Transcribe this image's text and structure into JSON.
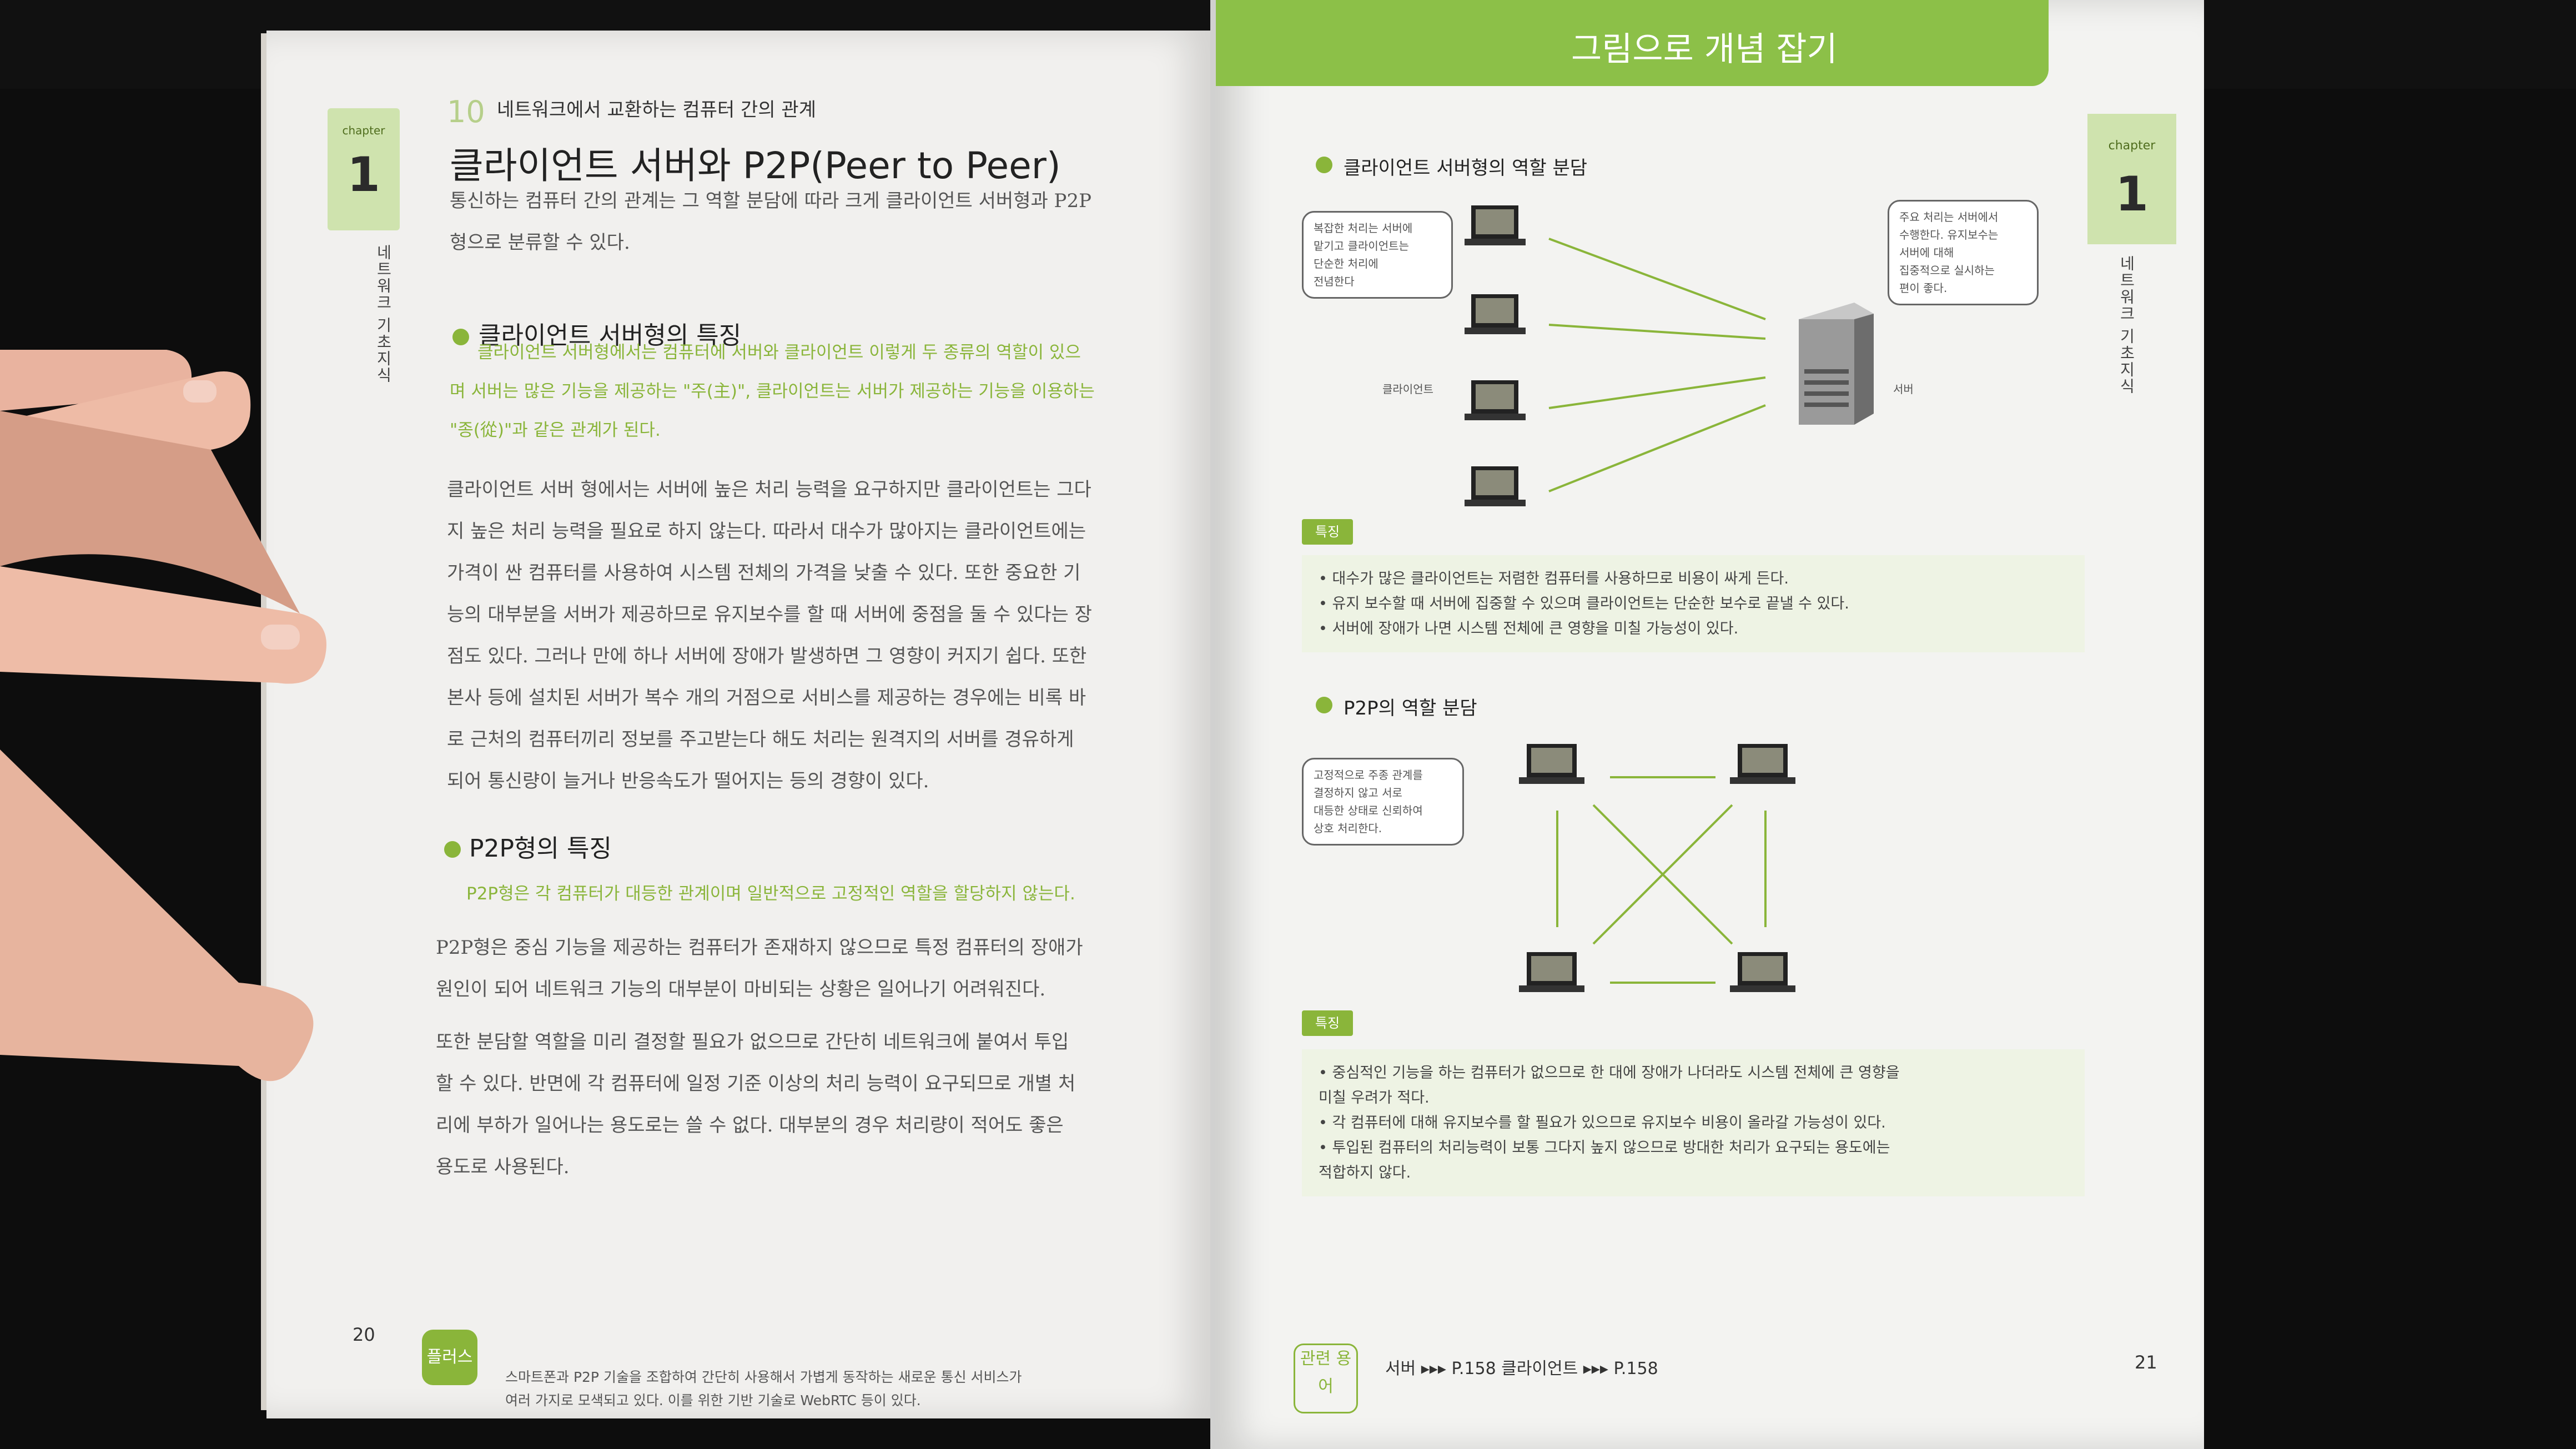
{
  "left_page": {
    "chapter_label": "chapter",
    "chapter_number": "1",
    "side_title": "네트워크 기초지식",
    "section_number": "10",
    "section_title": "네트워크에서 교환하는 컴퓨터 간의 관계",
    "main_title": "클라이언트 서버와 P2P(Peer to Peer)",
    "intro": [
      "통신하는 컴퓨터 간의 관계는 그 역할 분담에 따라 크게 클라이언트 서버형과 P2P",
      "형으로 분류할 수 있다."
    ],
    "client_server": {
      "heading": "클라이언트 서버형의 특징",
      "highlight": [
        "클라이언트 서버형에서는 컴퓨터에 서버와 클라이언트 이렇게 두 종류의 역할이 있으",
        "며 서버는 많은 기능을 제공하는 \"주(主)\", 클라이언트는 서버가 제공하는 기능을 이용하는",
        "\"종(從)\"과 같은 관계가 된다."
      ],
      "body": [
        "클라이언트 서버 형에서는 서버에 높은 처리 능력을 요구하지만 클라이언트는 그다",
        "지 높은 처리 능력을 필요로 하지 않는다. 따라서 대수가 많아지는 클라이언트에는",
        "가격이 싼 컴퓨터를 사용하여 시스템 전체의 가격을 낮출 수 있다. 또한 중요한 기",
        "능의 대부분을 서버가 제공하므로 유지보수를 할 때 서버에 중점을 둘 수 있다는 장",
        "점도 있다. 그러나 만에 하나 서버에 장애가 발생하면 그 영향이 커지기 쉽다. 또한",
        "본사 등에 설치된 서버가 복수 개의 거점으로 서비스를 제공하는 경우에는 비록 바",
        "로 근처의 컴퓨터끼리 정보를 주고받는다 해도 처리는 원격지의 서버를 경유하게",
        "되어 통신량이 늘거나 반응속도가 떨어지는 등의 경향이 있다."
      ]
    },
    "p2p": {
      "heading": "P2P형의 특징",
      "highlight": "P2P형은 각 컴퓨터가 대등한 관계이며 일반적으로 고정적인 역할을 할당하지 않는다.",
      "body": [
        "P2P형은 중심 기능을 제공하는 컴퓨터가 존재하지 않으므로 특정 컴퓨터의 장애가",
        "원인이 되어 네트워크 기능의 대부분이 마비되는 상황은 일어나기 어려워진다.",
        "또한 분담할 역할을 미리 결정할 필요가 없으므로 간단히 네트워크에 붙여서 투입",
        "할 수 있다. 반면에 각 컴퓨터에 일정 기준 이상의 처리 능력이 요구되므로 개별 처",
        "리에 부하가 일어나는 용도로는 쓸 수 없다. 대부분의 경우 처리량이 적어도 좋은",
        "용도로 사용된다."
      ]
    },
    "page_number": "20",
    "plus_label": "플러스",
    "plus_text": [
      "스마트폰과 P2P 기술을 조합하여 간단히 사용해서 가볍게 동작하는 새로운 통신 서비스가",
      "여러 가지로 모색되고 있다. 이를 위한 기반 기술로 WebRTC 등이 있다."
    ]
  },
  "right_page": {
    "banner": "그림으로 개념 잡기",
    "cs_section": {
      "title": "클라이언트 서버형의 역할 분담",
      "callout_left": [
        "복잡한 처리는 서버에",
        "맡기고 클라이언트는",
        "단순한 처리에",
        "전념한다"
      ],
      "callout_right": [
        "주요 처리는 서버에서",
        "수행한다. 유지보수는",
        "서버에 대해",
        "집중적으로 실시하는",
        "편이 좋다."
      ],
      "client_label": "클라이언트",
      "server_label": "서버",
      "feature_tag": "특징",
      "features": [
        "• 대수가 많은 클라이언트는 저렴한 컴퓨터를 사용하므로 비용이 싸게 든다.",
        "• 유지 보수할 때 서버에 집중할 수 있으며 클라이언트는 단순한 보수로 끝낼 수 있다.",
        "• 서버에 장애가 나면 시스템 전체에 큰 영향을 미칠 가능성이 있다."
      ]
    },
    "p2p_section": {
      "title": "P2P의 역할 분담",
      "callout": [
        "고정적으로 주종 관계를",
        "결정하지 않고 서로",
        "대등한 상태로 신뢰하여",
        "상호 처리한다."
      ],
      "feature_tag": "특징",
      "features": [
        "• 중심적인 기능을 하는 컴퓨터가 없으므로 한 대에 장애가 나더라도 시스템 전체에 큰 영향을",
        "  미칠 우려가 적다.",
        "• 각 컴퓨터에 대해 유지보수를 할 필요가 있으므로 유지보수 비용이 올라갈 가능성이 있다.",
        "• 투입된 컴퓨터의 처리능력이 보통 그다지 높지 않으므로 방대한 처리가 요구되는 용도에는",
        "  적합하지 않다."
      ]
    },
    "related_label": "관련 용어",
    "related_terms": "서버 ▸▸▸ P.158   클라이언트 ▸▸▸ P.158",
    "page_number": "21",
    "chapter_label": "chapter",
    "chapter_number": "1",
    "side_title": "네트워크 기초지식"
  },
  "colors": {
    "accent_green": "#8ab53a",
    "light_green": "#cfe3ae",
    "banner_green": "#8cc048"
  }
}
